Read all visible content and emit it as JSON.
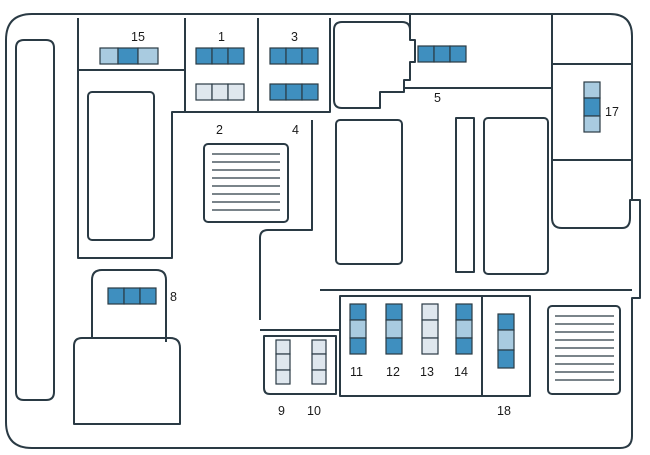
{
  "fuse_labels": {
    "f1": "1",
    "f2": "2",
    "f3": "3",
    "f4": "4",
    "f5": "5",
    "f8": "8",
    "f9": "9",
    "f10": "10",
    "f11": "11",
    "f12": "12",
    "f13": "13",
    "f14": "14",
    "f15": "15",
    "f17": "17",
    "f18": "18"
  },
  "colors": {
    "box_body": "#a9cbe0",
    "outline": "#2a3a44",
    "fuse_blue": "#3f8fbf",
    "fuse_light": "#dfe7ee"
  }
}
